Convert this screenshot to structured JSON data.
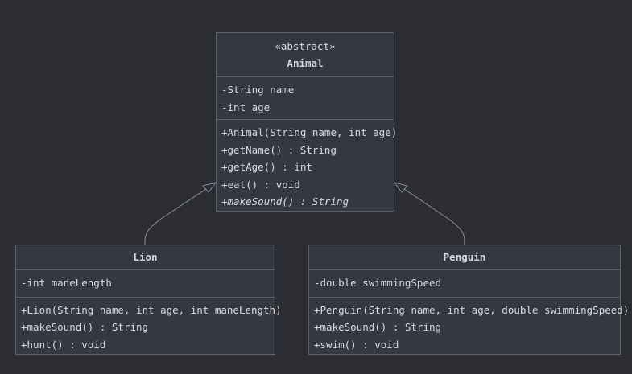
{
  "classes": {
    "animal": {
      "stereotype": "«abstract»",
      "name": "Animal",
      "attributes": [
        "-String name",
        "-int age"
      ],
      "methods": [
        "+Animal(String name, int age)",
        "+getName() : String",
        "+getAge() : int",
        "+eat() : void",
        "+makeSound() : String"
      ]
    },
    "lion": {
      "name": "Lion",
      "attributes": [
        "-int maneLength"
      ],
      "methods": [
        "+Lion(String name, int age, int maneLength)",
        "+makeSound() : String",
        "+hunt() : void"
      ]
    },
    "penguin": {
      "name": "Penguin",
      "attributes": [
        "-double swimmingSpeed"
      ],
      "methods": [
        "+Penguin(String name, int age, double swimmingSpeed)",
        "+makeSound() : String",
        "+swim() : void"
      ]
    }
  },
  "relations": [
    {
      "from": "Lion",
      "to": "Animal",
      "type": "inheritance"
    },
    {
      "from": "Penguin",
      "to": "Animal",
      "type": "inheritance"
    }
  ],
  "colors": {
    "background": "#2b2d33",
    "box_fill": "#353842",
    "box_border": "#5f6370",
    "text": "#d7d9de",
    "edge": "#8a8e99"
  }
}
